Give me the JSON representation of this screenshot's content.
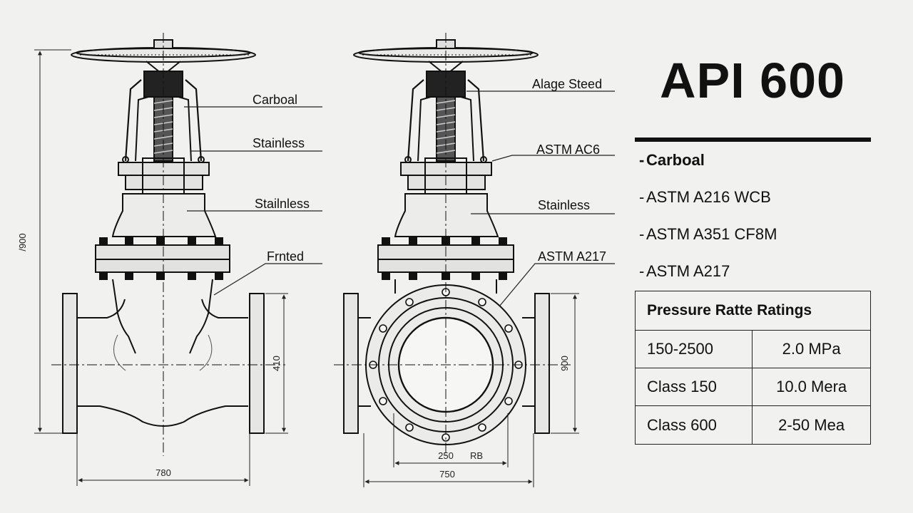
{
  "title": "API 600",
  "left_view": {
    "callouts": [
      "Carboal",
      "Stainless",
      "Stailnless",
      "Frnted"
    ],
    "dims": {
      "height": "/900",
      "flange": "410",
      "length": "780"
    }
  },
  "right_view": {
    "callouts": [
      "Alage Steed",
      "ASTM AC6",
      "Stainless",
      "ASTM A217"
    ],
    "dims": {
      "flange": "900",
      "bore": "250",
      "bore_note": "RB",
      "length": "750"
    }
  },
  "materials": [
    "Carboal",
    "ASTM A216 WCB",
    "ASTM A351 CF8M",
    "ASTM A217"
  ],
  "ratings": {
    "header": "Pressure Ratte Ratings",
    "rows": [
      {
        "class": "150-2500",
        "value": "2.0 MPa"
      },
      {
        "class": "Class 150",
        "value": "10.0 Mera"
      },
      {
        "class": "Class 600",
        "value": "2-50 Mea"
      }
    ]
  },
  "colors": {
    "background": "#f1f1f0",
    "ink": "#111111"
  }
}
